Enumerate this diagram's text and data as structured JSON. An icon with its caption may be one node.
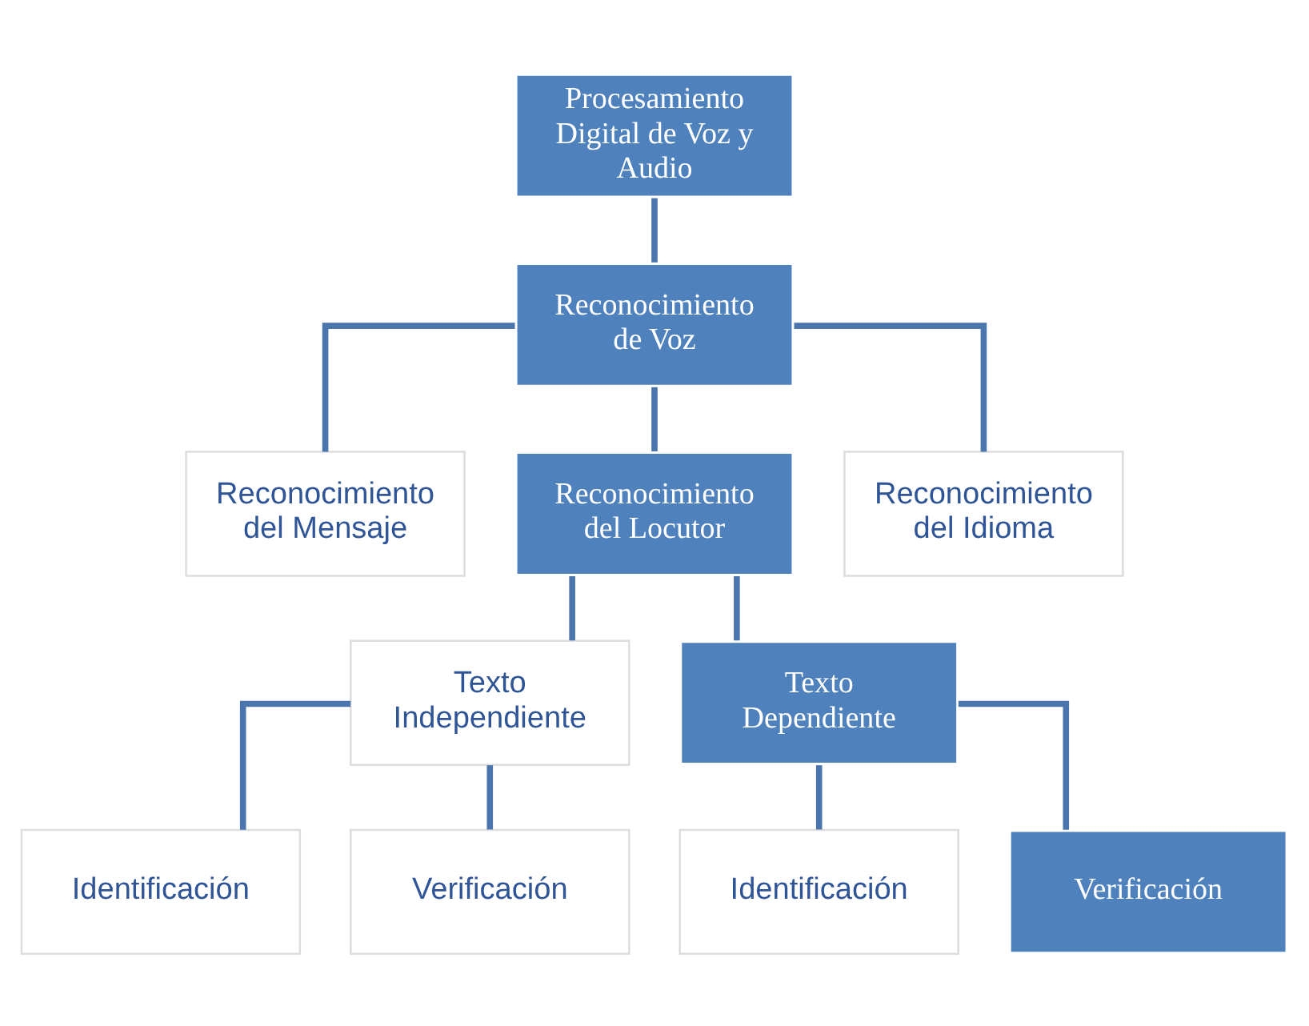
{
  "diagram": {
    "nodes": [
      {
        "text": [
          "Procesamiento Digital de Voz y Audio"
        ]
      },
      {
        "text": [
          "Reconocimiento de Voz"
        ]
      },
      {
        "text": [
          "Reconocimiento del Mensaje"
        ]
      },
      {
        "text": [
          "Reconocimiento del Locutor"
        ]
      },
      {
        "text": [
          "Reconocimiento del Idioma"
        ]
      },
      {
        "text": [
          "Texto Independiente"
        ]
      },
      {
        "text": [
          "Texto Dependiente"
        ]
      },
      {
        "text": [
          "Identificación"
        ]
      },
      {
        "text": [
          "Verificación"
        ]
      },
      {
        "text": [
          "Identificación"
        ]
      },
      {
        "text": [
          "Verificación"
        ]
      }
    ],
    "edges": [
      {
        "from": 0,
        "to": 1,
        "arrow": "none"
      },
      {
        "from": 1,
        "to": 2,
        "arrow": "none"
      },
      {
        "from": 1,
        "to": 3,
        "arrow": "none"
      },
      {
        "from": 1,
        "to": 4,
        "arrow": "none"
      },
      {
        "from": 3,
        "to": 5,
        "arrow": "none"
      },
      {
        "from": 3,
        "to": 6,
        "arrow": "none"
      },
      {
        "from": 5,
        "to": 7,
        "arrow": "none"
      },
      {
        "from": 5,
        "to": 8,
        "arrow": "none"
      },
      {
        "from": 6,
        "to": 9,
        "arrow": "none"
      },
      {
        "from": 6,
        "to": 10,
        "arrow": "none"
      }
    ]
  }
}
